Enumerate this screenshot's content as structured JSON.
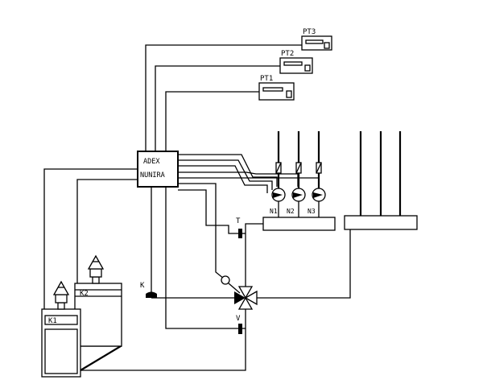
{
  "controller": {
    "line1": "ADEX",
    "line2": "NUNIRA"
  },
  "sensors": {
    "pt1": "PT1",
    "pt2": "PT2",
    "pt3": "PT3",
    "t": "T",
    "k": "K",
    "v": "V"
  },
  "boilers": {
    "k1": "K1",
    "k2": "K2"
  },
  "pumps": {
    "n1": "N1",
    "n2": "N2",
    "n3": "N3"
  }
}
